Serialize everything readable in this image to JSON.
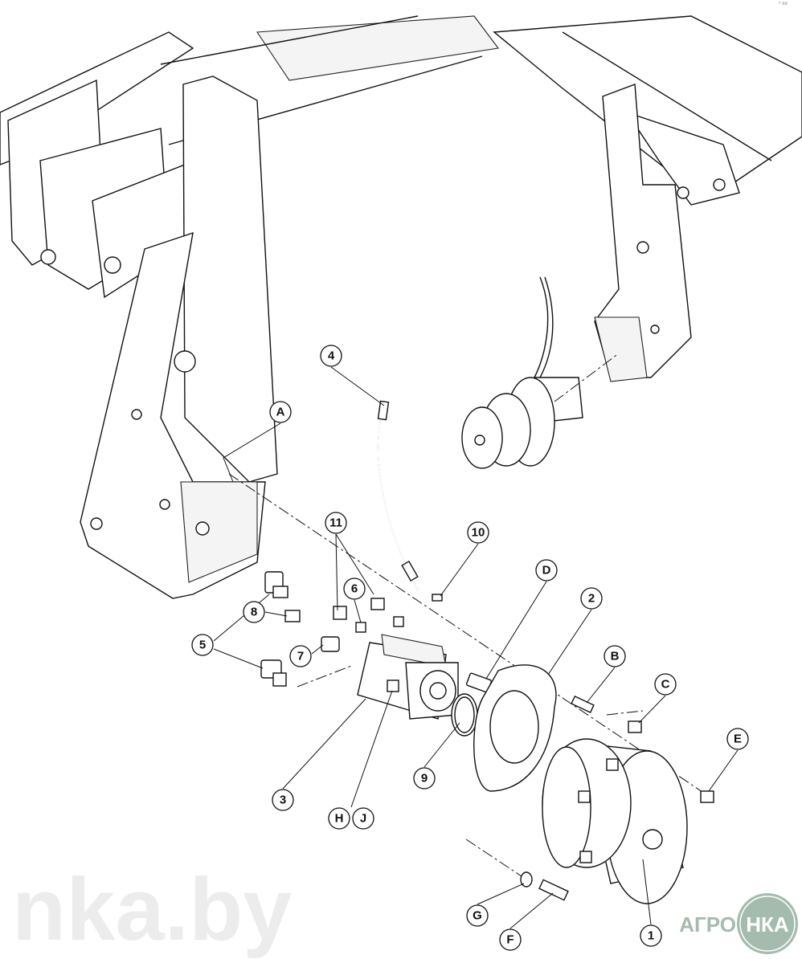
{
  "corner_mark": "ⁿ ≡≡",
  "watermark": "nka.by",
  "logo": {
    "left": "АГРО",
    "right": "НКА",
    "color": "#9bb5a6"
  },
  "callouts": {
    "c1": "1",
    "c2": "2",
    "c3": "3",
    "c4": "4",
    "c5": "5",
    "c6": "6",
    "c7": "7",
    "c8": "8",
    "c9": "9",
    "c10": "10",
    "c11": "11",
    "A": "A",
    "B": "B",
    "C": "C",
    "D": "D",
    "E": "E",
    "F": "F",
    "G": "G",
    "H": "H",
    "J": "J"
  }
}
